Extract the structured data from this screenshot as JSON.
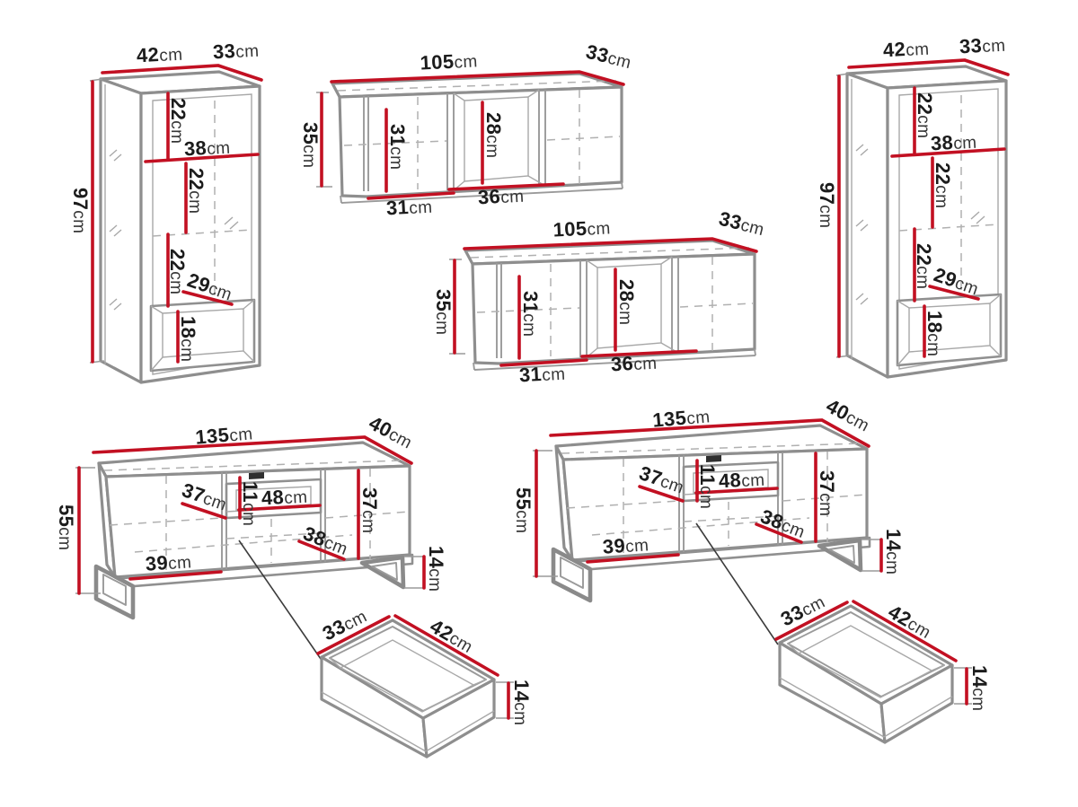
{
  "colors": {
    "dimension_red": "#c21022",
    "line_gray": "#8e8e8e",
    "text_dark": "#1c1c1c",
    "background": "#ffffff"
  },
  "pieces": {
    "cabinet_left": {
      "width": {
        "v": "42",
        "u": "cm"
      },
      "depth": {
        "v": "33",
        "u": "cm"
      },
      "height": {
        "v": "97",
        "u": "cm"
      },
      "top_gap": {
        "v": "22",
        "u": "cm"
      },
      "shelf_width": {
        "v": "38",
        "u": "cm"
      },
      "mid_gap": {
        "v": "22",
        "u": "cm"
      },
      "low_gap": {
        "v": "22",
        "u": "cm"
      },
      "diag": {
        "v": "29",
        "u": "cm"
      },
      "niche": {
        "v": "18",
        "u": "cm"
      }
    },
    "cabinet_right": {
      "width": {
        "v": "42",
        "u": "cm"
      },
      "depth": {
        "v": "33",
        "u": "cm"
      },
      "height": {
        "v": "97",
        "u": "cm"
      },
      "top_gap": {
        "v": "22",
        "u": "cm"
      },
      "shelf_width": {
        "v": "38",
        "u": "cm"
      },
      "mid_gap": {
        "v": "22",
        "u": "cm"
      },
      "low_gap": {
        "v": "22",
        "u": "cm"
      },
      "diag": {
        "v": "29",
        "u": "cm"
      },
      "niche": {
        "v": "18",
        "u": "cm"
      }
    },
    "shelf_top": {
      "width": {
        "v": "105",
        "u": "cm"
      },
      "depth": {
        "v": "33",
        "u": "cm"
      },
      "height": {
        "v": "35",
        "u": "cm"
      },
      "inner_h": {
        "v": "31",
        "u": "cm"
      },
      "mid_h": {
        "v": "28",
        "u": "cm"
      },
      "inner_w": {
        "v": "31",
        "u": "cm"
      },
      "mid_w": {
        "v": "36",
        "u": "cm"
      }
    },
    "shelf_bottom": {
      "width": {
        "v": "105",
        "u": "cm"
      },
      "depth": {
        "v": "33",
        "u": "cm"
      },
      "height": {
        "v": "35",
        "u": "cm"
      },
      "inner_h": {
        "v": "31",
        "u": "cm"
      },
      "mid_h": {
        "v": "28",
        "u": "cm"
      },
      "inner_w": {
        "v": "31",
        "u": "cm"
      },
      "mid_w": {
        "v": "36",
        "u": "cm"
      }
    },
    "tv_left": {
      "width": {
        "v": "135",
        "u": "cm"
      },
      "depth": {
        "v": "40",
        "u": "cm"
      },
      "height": {
        "v": "55",
        "u": "cm"
      },
      "door_diag": {
        "v": "37",
        "u": "cm"
      },
      "niche_h": {
        "v": "11",
        "u": "cm"
      },
      "niche_w": {
        "v": "48",
        "u": "cm"
      },
      "inner_h": {
        "v": "37",
        "u": "cm"
      },
      "shelf_diag": {
        "v": "38",
        "u": "cm"
      },
      "door_w": {
        "v": "39",
        "u": "cm"
      },
      "leg_h": {
        "v": "14",
        "u": "cm"
      }
    },
    "tv_right": {
      "width": {
        "v": "135",
        "u": "cm"
      },
      "depth": {
        "v": "40",
        "u": "cm"
      },
      "height": {
        "v": "55",
        "u": "cm"
      },
      "door_diag": {
        "v": "37",
        "u": "cm"
      },
      "niche_h": {
        "v": "11",
        "u": "cm"
      },
      "niche_w": {
        "v": "48",
        "u": "cm"
      },
      "inner_h": {
        "v": "37",
        "u": "cm"
      },
      "shelf_diag": {
        "v": "38",
        "u": "cm"
      },
      "door_w": {
        "v": "39",
        "u": "cm"
      },
      "leg_h": {
        "v": "14",
        "u": "cm"
      }
    },
    "drawer_left": {
      "depth": {
        "v": "33",
        "u": "cm"
      },
      "width": {
        "v": "42",
        "u": "cm"
      },
      "height": {
        "v": "14",
        "u": "cm"
      }
    },
    "drawer_right": {
      "depth": {
        "v": "33",
        "u": "cm"
      },
      "width": {
        "v": "42",
        "u": "cm"
      },
      "height": {
        "v": "14",
        "u": "cm"
      }
    }
  }
}
